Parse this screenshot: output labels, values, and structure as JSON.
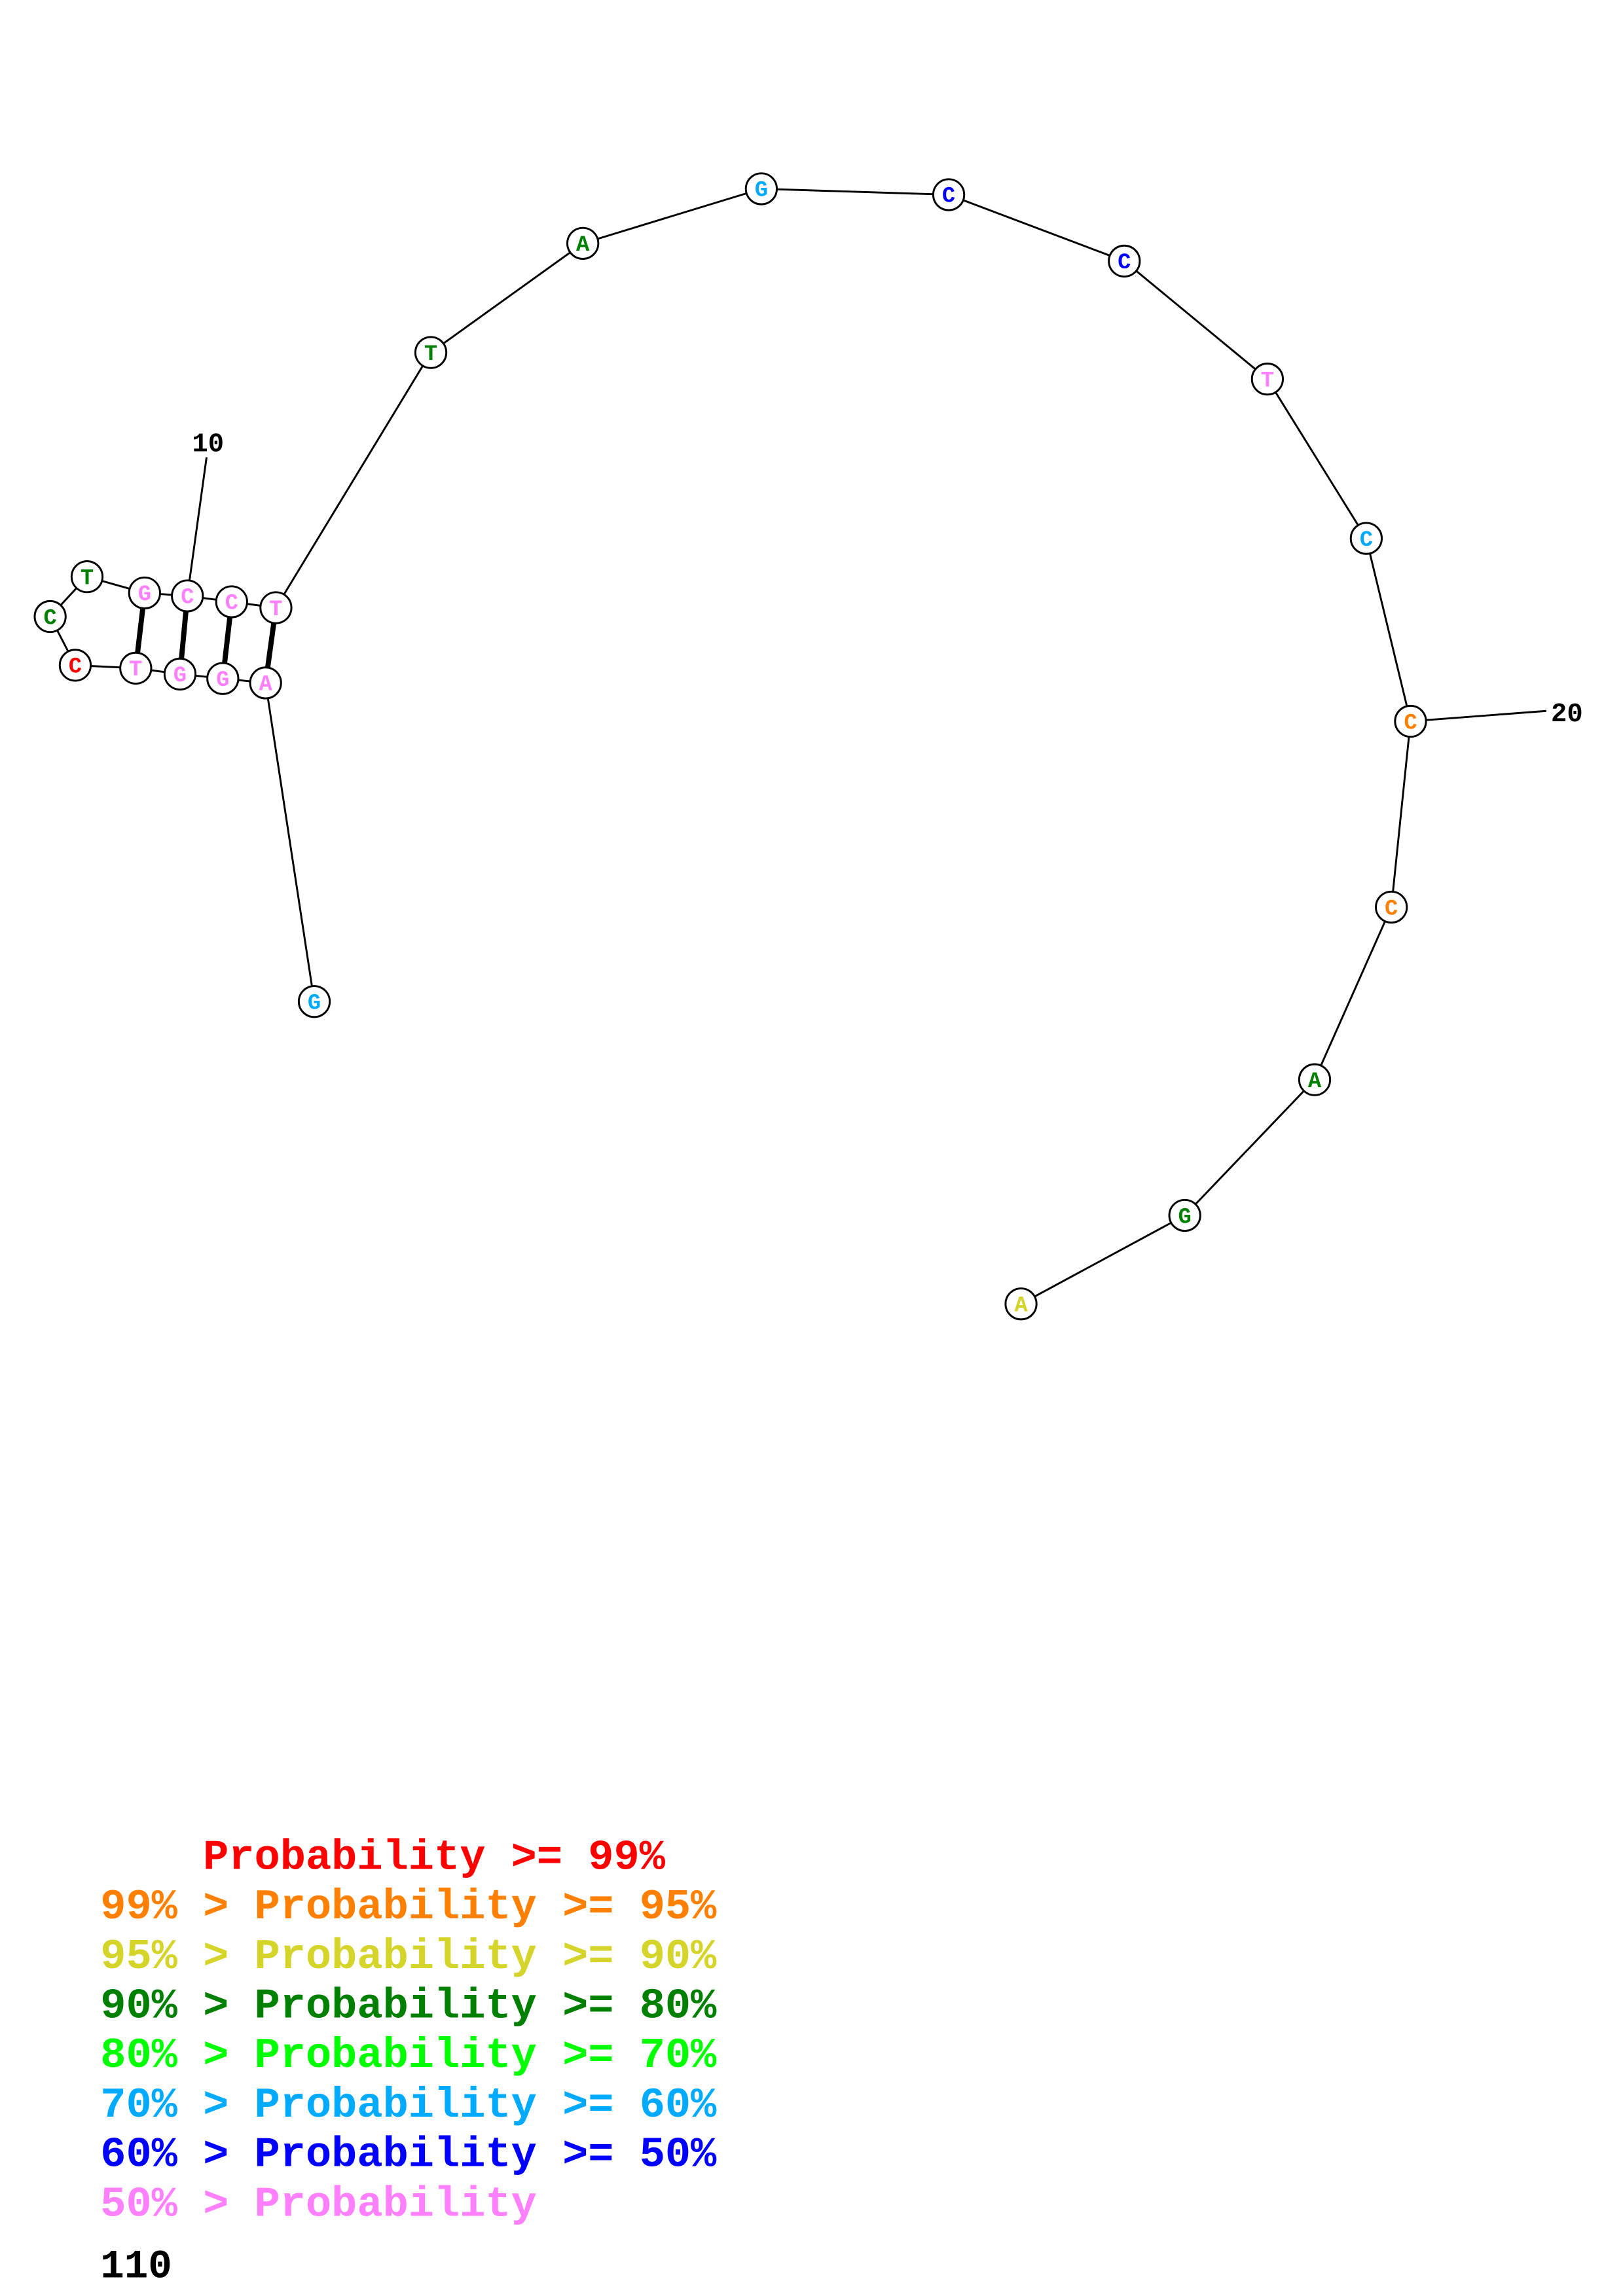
{
  "structure": {
    "sequence": [
      "G",
      "A",
      "G",
      "G",
      "T",
      "C",
      "C",
      "T",
      "G",
      "C",
      "C",
      "T",
      "T",
      "A",
      "G",
      "C",
      "C",
      "T",
      "C",
      "C",
      "C",
      "A",
      "G",
      "A"
    ],
    "probability_class": [
      "p60",
      "p0",
      "p0",
      "p0",
      "p0",
      "p99",
      "p80",
      "p80",
      "p0",
      "p0",
      "p0",
      "p0",
      "p80",
      "p80",
      "p60",
      "p50",
      "p50",
      "p0",
      "p60",
      "p95",
      "p95",
      "p80",
      "p80",
      "p90"
    ],
    "pairs": [
      [
        2,
        12
      ],
      [
        3,
        11
      ],
      [
        4,
        10
      ],
      [
        5,
        9
      ]
    ],
    "position_labels": [
      {
        "index": 10,
        "text": "10"
      },
      {
        "index": 20,
        "text": "20"
      }
    ]
  },
  "colors": {
    "p99": "#FF0000",
    "p95": "#FF8000",
    "p90": "#D4D42A",
    "p80": "#008000",
    "p70": "#00FF00",
    "p60": "#00AAFF",
    "p50": "#0000FF",
    "p0": "#FF80FF"
  },
  "legend": [
    {
      "text": "    Probability >= 99%",
      "color": "#FF0000"
    },
    {
      "text": "99% > Probability >= 95%",
      "color": "#FF8000"
    },
    {
      "text": "95% > Probability >= 90%",
      "color": "#D4D42A"
    },
    {
      "text": "90% > Probability >= 80%",
      "color": "#008000"
    },
    {
      "text": "80% > Probability >= 70%",
      "color": "#00FF00"
    },
    {
      "text": "70% > Probability >= 60%",
      "color": "#00AAFF"
    },
    {
      "text": "60% > Probability >= 50%",
      "color": "#0000FF"
    },
    {
      "text": "50% > Probability",
      "color": "#FF80FF"
    }
  ],
  "footer_number": "110"
}
